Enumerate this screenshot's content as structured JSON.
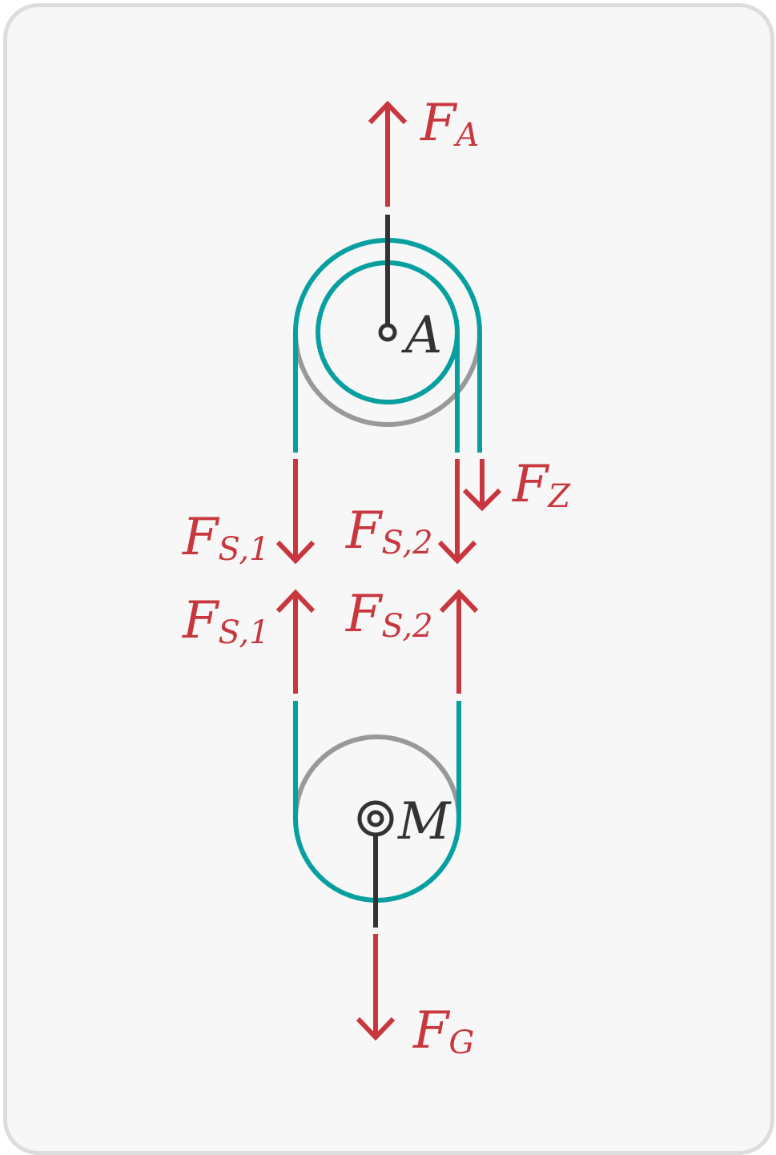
{
  "colors": {
    "force": "#c8373d",
    "rope": "#079f9f",
    "pulley": "#999999",
    "link": "#333333",
    "background": "#f7f7f7",
    "border": "#dddddd"
  },
  "labels": {
    "F_A": {
      "main": "F",
      "sub": "A"
    },
    "F_Z": {
      "main": "F",
      "sub": "Z"
    },
    "F_S1_top": {
      "main": "F",
      "sub": "S,1"
    },
    "F_S2_top": {
      "main": "F",
      "sub": "S,2"
    },
    "F_S1_bottom": {
      "main": "F",
      "sub": "S,1"
    },
    "F_S2_bottom": {
      "main": "F",
      "sub": "S,2"
    },
    "F_G": {
      "main": "F",
      "sub": "G"
    },
    "point_A": "A",
    "point_M": "M"
  }
}
